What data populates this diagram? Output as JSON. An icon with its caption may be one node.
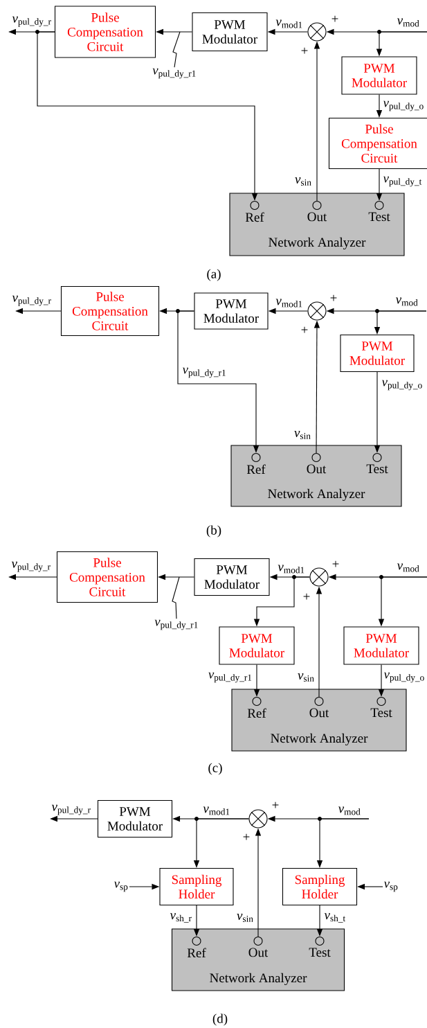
{
  "diagram": {
    "nodes": [
      {
        "text": [
          "Pulse Compensation Circuit"
        ]
      },
      {
        "text": [
          "PWM Modulator"
        ]
      },
      {
        "text": [],
        "shape": "circle"
      },
      {
        "text": [
          "PWM Modulator"
        ]
      },
      {
        "text": [
          "*v*$_{pul_dy_r1}$"
        ]
      },
      {
        "text": [
          "Pulse Compensation Circuit"
        ]
      },
      {
        "text": [
          "Network Analyzer"
        ]
      },
      {
        "text": [
          "Ref"
        ],
        "in": 6
      },
      {
        "text": [
          "Out"
        ],
        "in": 6
      },
      {
        "text": [
          "Test"
        ],
        "in": 6
      },
      {
        "text": [
          "Pulse Compensation Circuit"
        ]
      },
      {
        "text": [
          "PWM Modulator"
        ]
      },
      {
        "text": [],
        "shape": "circle"
      },
      {
        "text": [
          "PWM Modulator"
        ]
      },
      {
        "text": [
          "Network Analyzer"
        ]
      },
      {
        "text": [
          "Ref"
        ],
        "in": 14
      },
      {
        "text": [
          "Out"
        ],
        "in": 14
      },
      {
        "text": [
          "Test"
        ],
        "in": 14
      },
      {
        "text": [
          "Pulse Compensation Circuit"
        ]
      },
      {
        "text": [
          "PWM Modulator"
        ]
      },
      {
        "text": [],
        "shape": "circle"
      },
      {
        "text": [
          "*v*$_{pul_dy_r1}$"
        ]
      },
      {
        "text": [
          "PWM Modulator"
        ]
      },
      {
        "text": [
          "PWM Modulator"
        ]
      },
      {
        "text": [
          "Network Analyzer"
        ]
      },
      {
        "text": [
          "Ref"
        ],
        "in": 24
      },
      {
        "text": [
          "Out"
        ],
        "in": 24
      },
      {
        "text": [
          "Test"
        ],
        "in": 24
      },
      {
        "text": [
          "PWM Modulator"
        ]
      },
      {
        "text": [],
        "shape": "circle"
      },
      {
        "text": [
          "*v*$_{sp}$"
        ]
      },
      {
        "text": [
          "Sampling Holder"
        ]
      },
      {
        "text": [
          "Sampling Holder"
        ]
      },
      {
        "text": [
          "*v*$_{sp}$"
        ]
      },
      {
        "text": [
          "Network Analyzer"
        ]
      },
      {
        "text": [
          "Ref"
        ],
        "in": 34
      },
      {
        "text": [
          "Out"
        ],
        "in": 34
      },
      {
        "text": [
          "Test"
        ],
        "in": 34
      }
    ],
    "edges": [
      {
        "from": 2,
        "to": 1,
        "arrow": "to",
        "label": "*v*$_{mod1}$"
      },
      {
        "from": 1,
        "to": 0,
        "arrow": "to"
      },
      {
        "from": 0,
        "to": null,
        "arrow": "to",
        "label": "*v*$_{pul_dy_r}$"
      },
      {
        "from": 0,
        "to": 7,
        "arrow": "to"
      },
      {
        "from": null,
        "to": 2,
        "arrow": "to",
        "label": "*v*$_{mod}$"
      },
      {
        "from": null,
        "to": 3,
        "arrow": "to"
      },
      {
        "from": 3,
        "to": 5,
        "arrow": "to",
        "label": "*v*$_{pul_dy_o}$"
      },
      {
        "from": 5,
        "to": 9,
        "arrow": "to",
        "label": "*v*$_{pul_dy_t}$"
      },
      {
        "from": 8,
        "to": 2,
        "arrow": "to",
        "label": "*v*$_{sin}$"
      },
      {
        "from": 4,
        "to": null,
        "arrow": "none"
      },
      {
        "from": 12,
        "to": 11,
        "arrow": "to",
        "label": "*v*$_{mod1}$"
      },
      {
        "from": 11,
        "to": 10,
        "arrow": "to"
      },
      {
        "from": 10,
        "to": null,
        "arrow": "to",
        "label": "*v*$_{pul_dy_r}$"
      },
      {
        "from": 11,
        "to": 15,
        "arrow": "to",
        "label": "*v*$_{pul_dy_r1}$"
      },
      {
        "from": null,
        "to": 12,
        "arrow": "to",
        "label": "*v*$_{mod}$"
      },
      {
        "from": null,
        "to": 13,
        "arrow": "to"
      },
      {
        "from": 13,
        "to": 17,
        "arrow": "to",
        "label": "*v*$_{pul_dy_o}$"
      },
      {
        "from": 16,
        "to": 12,
        "arrow": "to",
        "label": "*v*$_{sin}$"
      },
      {
        "from": 20,
        "to": 19,
        "arrow": "to",
        "label": "*v*$_{mod1}$"
      },
      {
        "from": 20,
        "to": 22,
        "arrow": "to"
      },
      {
        "from": 19,
        "to": 18,
        "arrow": "to"
      },
      {
        "from": 18,
        "to": null,
        "arrow": "to",
        "label": "*v*$_{pul_dy_r}$"
      },
      {
        "from": null,
        "to": 20,
        "arrow": "to",
        "label": "*v*$_{mod}$"
      },
      {
        "from": null,
        "to": 23,
        "arrow": "to"
      },
      {
        "from": 22,
        "to": 25,
        "arrow": "to",
        "label": "*v*$_{pul_dy_r1}$"
      },
      {
        "from": 23,
        "to": 27,
        "arrow": "to",
        "label": "*v*$_{pul_dy_o}$"
      },
      {
        "from": 26,
        "to": 20,
        "arrow": "to",
        "label": "*v*$_{sin}$"
      },
      {
        "from": 21,
        "to": null,
        "arrow": "none"
      },
      {
        "from": 29,
        "to": 28,
        "arrow": "to",
        "label": "*v*$_{mod1}$"
      },
      {
        "from": 29,
        "to": 31,
        "arrow": "to"
      },
      {
        "from": 28,
        "to": null,
        "arrow": "to",
        "label": "*v*$_{pul_dy_r}$"
      },
      {
        "from": null,
        "to": 29,
        "arrow": "to",
        "label": "*v*$_{mod}$"
      },
      {
        "from": null,
        "to": 32,
        "arrow": "to"
      },
      {
        "from": 31,
        "to": 35,
        "arrow": "to",
        "label": "*v*$_{sh_r}$"
      },
      {
        "from": 32,
        "to": 37,
        "arrow": "to",
        "label": "*v*$_{sh_t}$"
      },
      {
        "from": 36,
        "to": 29,
        "arrow": "to",
        "label": "*v*$_{sin}$"
      },
      {
        "from": 30,
        "to": 31,
        "arrow": "to"
      },
      {
        "from": 33,
        "to": 32,
        "arrow": "to"
      }
    ],
    "labels": [
      "+",
      "+",
      "(a)",
      "+",
      "+",
      "(b)",
      "+",
      "+",
      "(c)",
      "+",
      "+",
      "(d)"
    ]
  }
}
